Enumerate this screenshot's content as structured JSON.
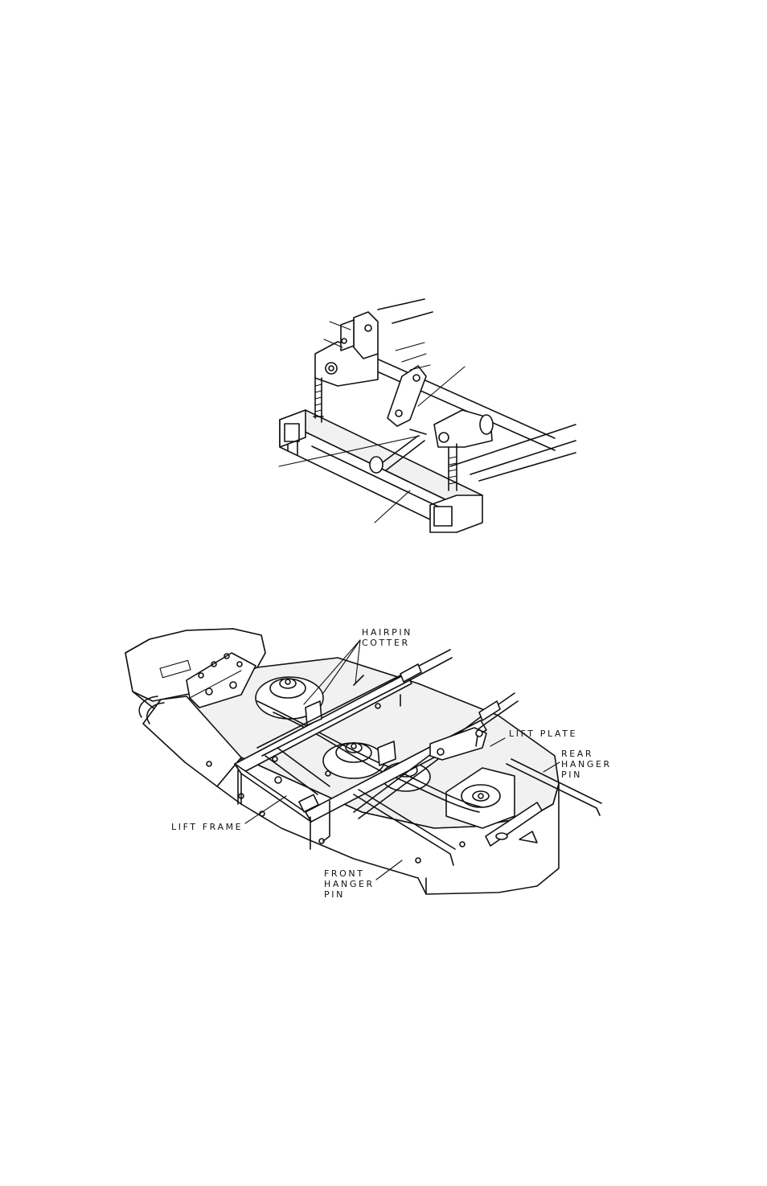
{
  "labels": {
    "hairpin_cotter": [
      "HAIRPIN",
      "COTTER"
    ],
    "lift_plate": [
      "LIFT PLATE"
    ],
    "rear_hanger_pin": [
      "REAR",
      "HANGER",
      "PIN"
    ],
    "lift_frame": [
      "LIFT FRAME"
    ],
    "front_hanger_pin": [
      "FRONT",
      "HANGER",
      "PIN"
    ]
  }
}
